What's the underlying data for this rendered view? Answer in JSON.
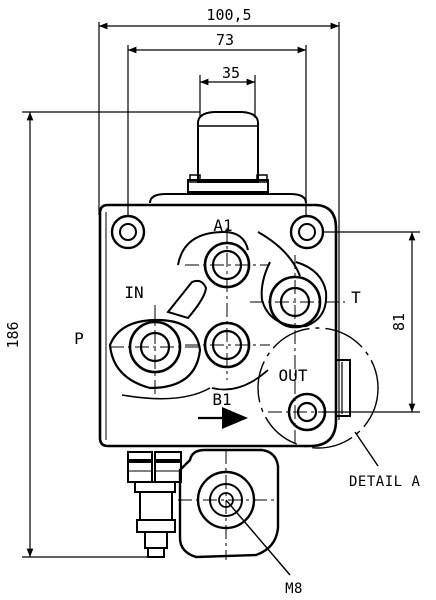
{
  "dimensions": {
    "overall_width": "100,5",
    "mount_width": "73",
    "spool_width": "35",
    "overall_height": "186",
    "port_spacing": "81"
  },
  "ports": {
    "a1": "A1",
    "b1": "B1",
    "inlet": "IN",
    "outlet": "OUT",
    "pressure": "P",
    "tank": "T"
  },
  "callouts": {
    "detail": "DETAIL A",
    "thread": "M8"
  }
}
